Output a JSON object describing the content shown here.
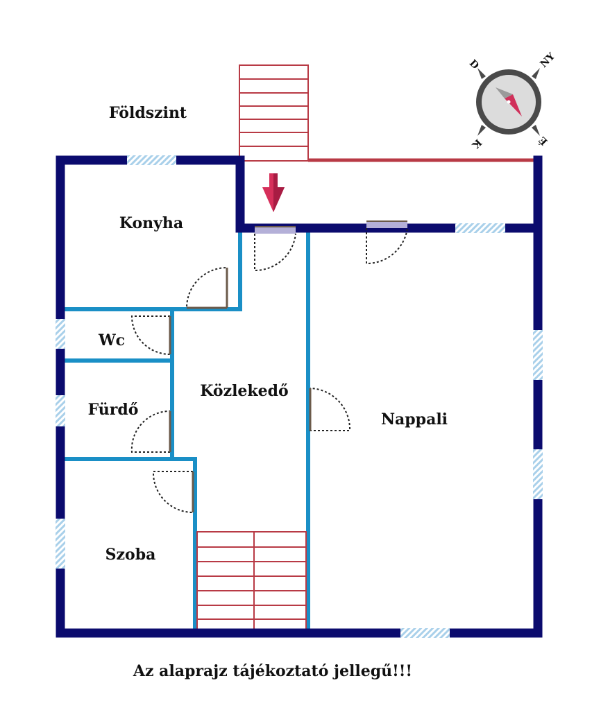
{
  "floor_label": "Földszint",
  "rooms": {
    "kitchen": "Konyha",
    "wc": "Wc",
    "bathroom": "Fürdő",
    "hallway": "Közlekedő",
    "living_room": "Nappali",
    "bedroom": "Szoba"
  },
  "disclaimer": "Az alaprajz tájékoztató jellegű!!!",
  "compass": {
    "letters": [
      "É",
      "K",
      "D",
      "NY"
    ],
    "letter_readings": [
      "NY",
      "D",
      "K",
      "É"
    ]
  },
  "icons": {
    "entrance": "entrance-arrow-icon",
    "compass": "compass-icon"
  },
  "colors": {
    "outer_wall": "#0b0b6e",
    "inner_wall": "#1a8fc6",
    "window": "#a9d0ea",
    "stairs": "#b83a45",
    "arrow": "#d62f5a",
    "door_leaf": "#6b5a4a",
    "door_glass": "#b4b0d8",
    "compass_ring": "#4a4a4a",
    "compass_face": "#dcdcdc",
    "needle_red": "#d0305a",
    "needle_grey": "#9a9a9a"
  }
}
